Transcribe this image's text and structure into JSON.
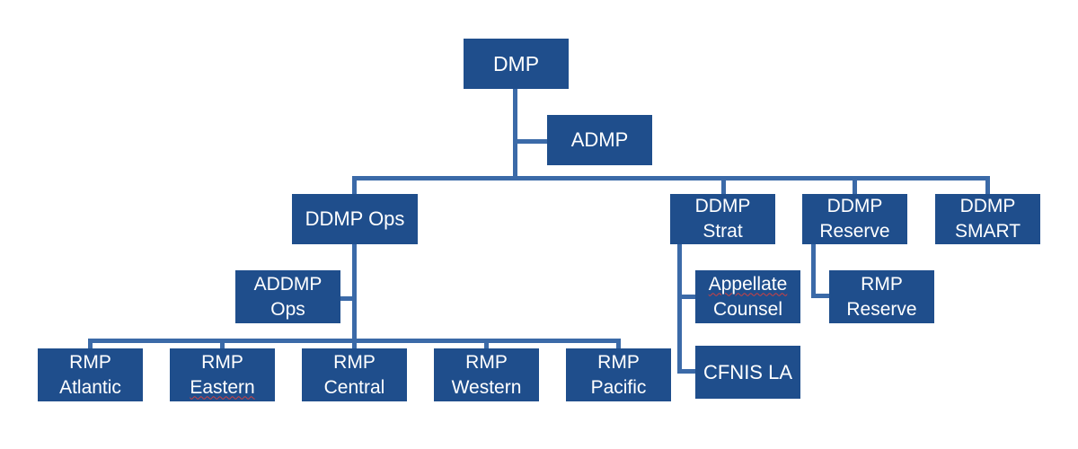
{
  "org_chart": {
    "dmp": "DMP",
    "admp": "ADMP",
    "ddmp_ops": "DDMP Ops",
    "addmp_ops": [
      "ADDMP",
      "Ops"
    ],
    "ddmp_strat": [
      "DDMP",
      "Strat"
    ],
    "ddmp_reserve": [
      "DDMP",
      "Reserve"
    ],
    "ddmp_smart": [
      "DDMP",
      "SMART"
    ],
    "rmp_atlantic": [
      "RMP",
      "Atlantic"
    ],
    "rmp_eastern": [
      "RMP",
      "Eastern"
    ],
    "rmp_central": [
      "RMP",
      "Central"
    ],
    "rmp_western": [
      "RMP",
      "Western"
    ],
    "rmp_pacific": [
      "RMP",
      "Pacific"
    ],
    "appellate_counsel": [
      "Appellate",
      "Counsel"
    ],
    "cfnis_la": "CFNIS LA",
    "rmp_reserve": [
      "RMP",
      "Reserve"
    ]
  },
  "colors": {
    "box_fill": "#1f4e8c",
    "connector": "#3b6aa8",
    "text": "#ffffff"
  }
}
